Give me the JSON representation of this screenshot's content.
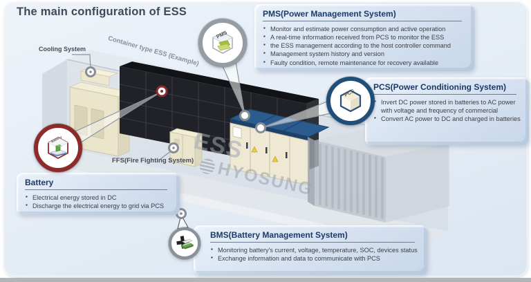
{
  "title": "The main configuration of ESS",
  "scene": {
    "cooling_label": "Cooling System",
    "container_label": "Container type ESS (Example)",
    "ffs_label": "FFS(Fire Fighting System)",
    "watermark_ess": "ESS",
    "watermark_brand": "HYOSUNG"
  },
  "callouts": {
    "pms": {
      "title": "PMS(Power Management System)",
      "icon": "PMS",
      "bullets": [
        "Monitor and estimate power consumption and active operation",
        "A real-time information received from PCS to monitor the ESS",
        "the ESS management according to the host controller command",
        "Management system history and version",
        "Faulty condition, remote maintenance for recovery available"
      ]
    },
    "pcs": {
      "title": "PCS(Power Conditioning System)",
      "icon": "PCS",
      "bullets": [
        "Invert DC power stored in batteries to AC power with voltage and frequency of commercial",
        "Convert AC power to DC and charged in batteries"
      ]
    },
    "battery": {
      "title": "Battery",
      "icon": "Battery",
      "bullets": [
        "Electrical energy stored in DC",
        "Discharge the electrical energy to grid via PCS"
      ]
    },
    "bms": {
      "title": "BMS(Battery Management System)",
      "icon": "+",
      "bullets": [
        "Monitoring battery's current, voltage, temperature, SOC, devices status",
        "Exchange information and data to communicate with PCS"
      ]
    }
  },
  "colors": {
    "header_text": "#1b3a66",
    "ring_grey": "#969ca3",
    "ring_navy": "#1f4e79",
    "ring_red": "#8d2b2b",
    "box_bg": "#d8e3f2",
    "panel_bg": "#e4ecf5"
  }
}
